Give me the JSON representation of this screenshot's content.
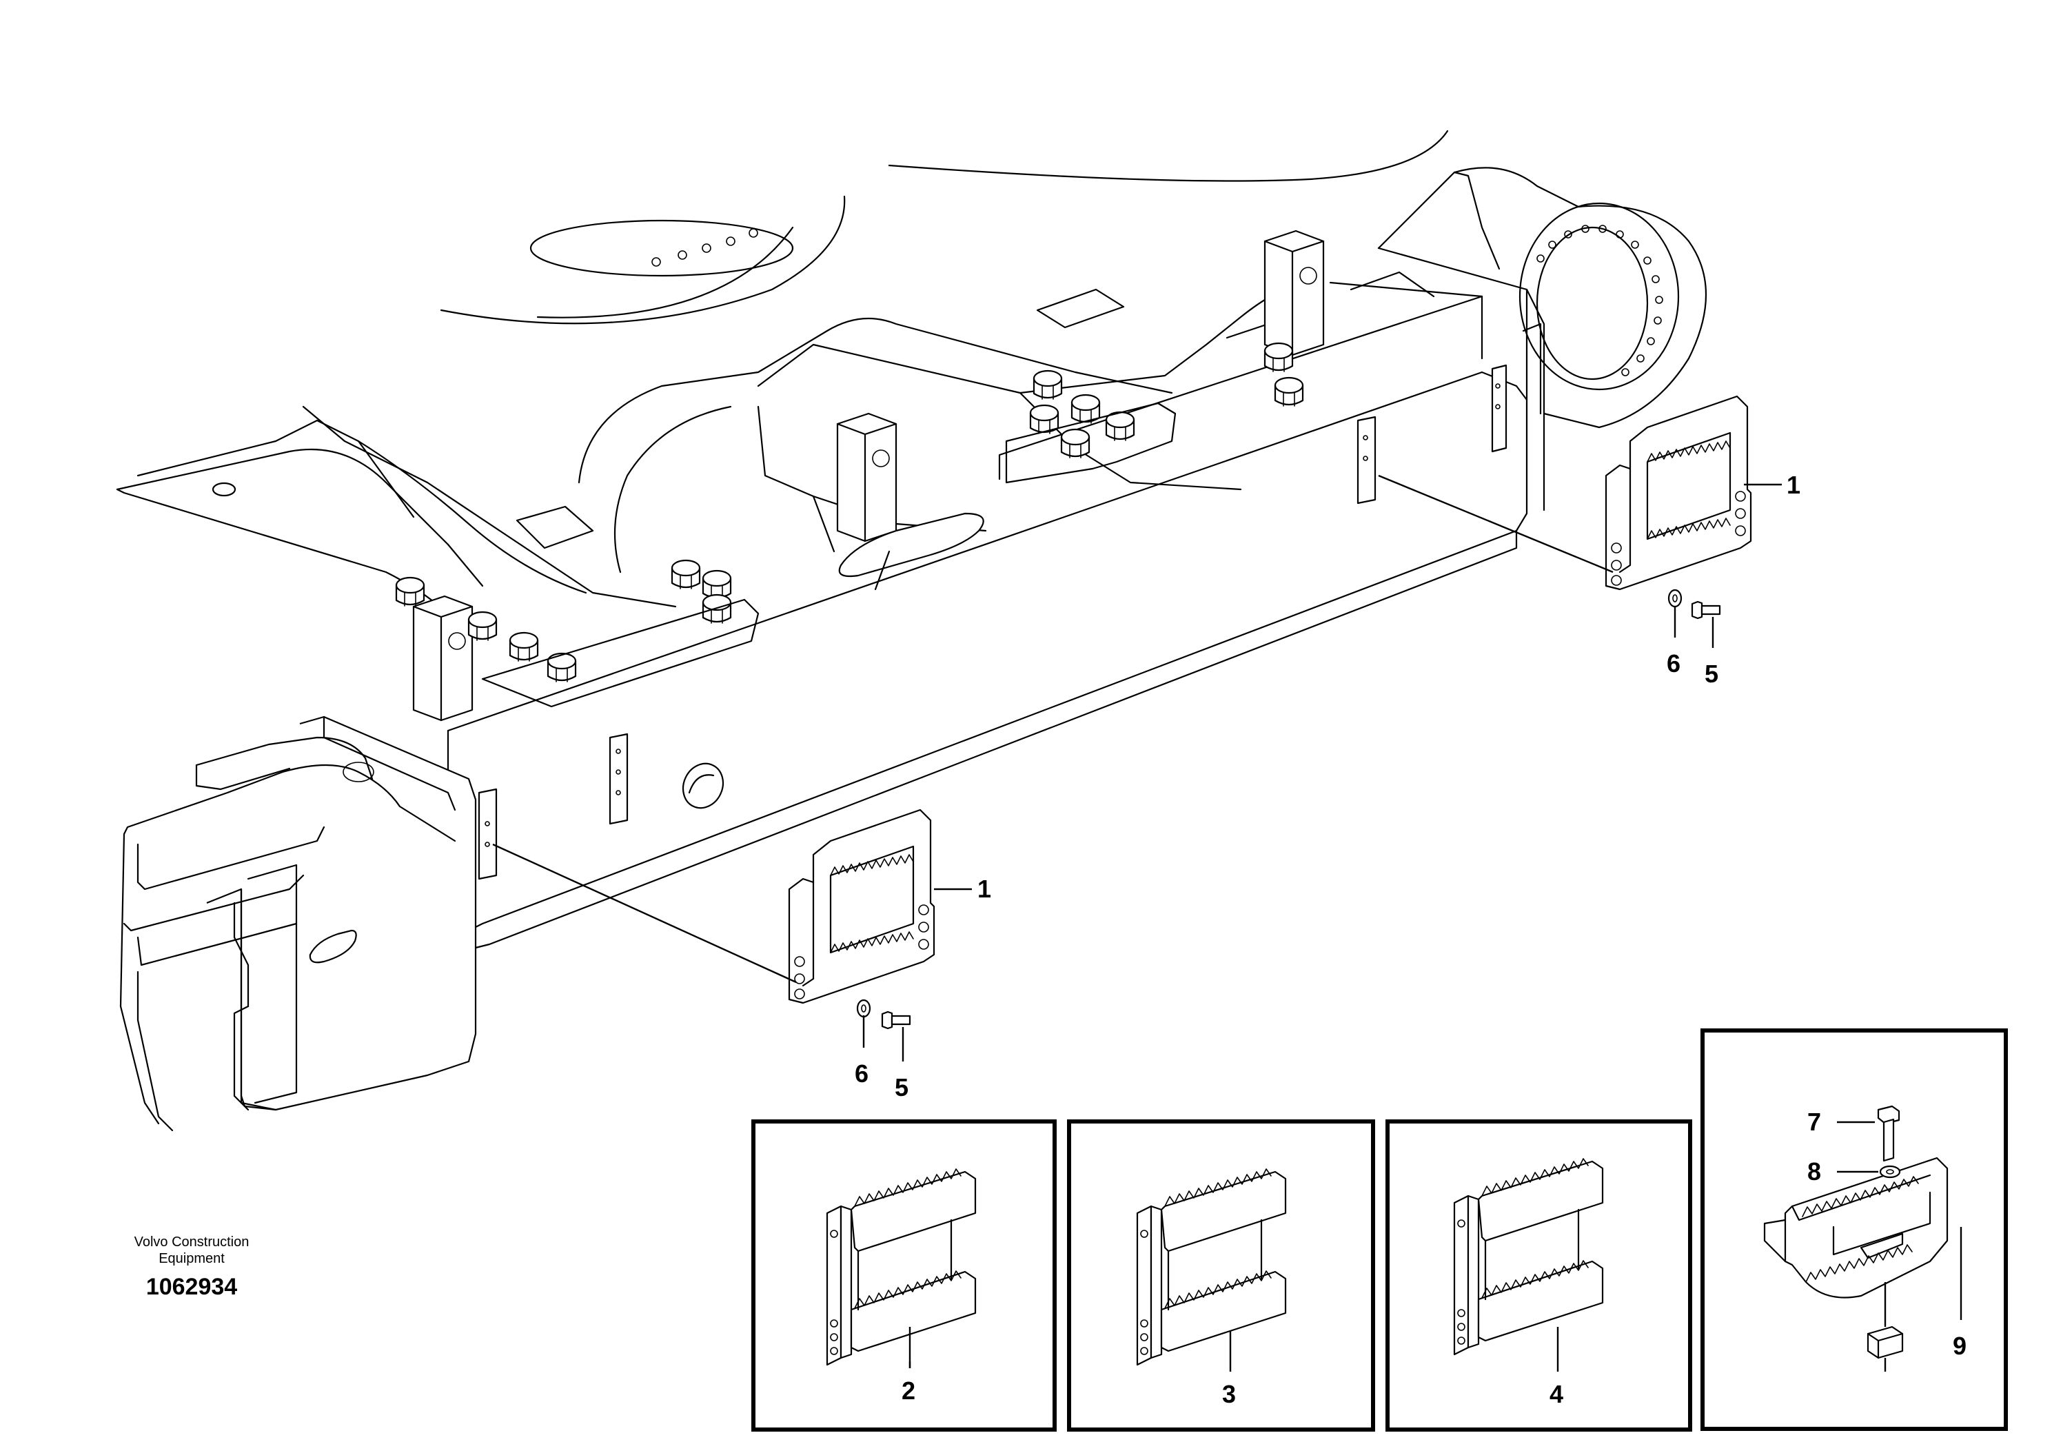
{
  "drawing": {
    "publisher_line1": "Volvo Construction",
    "publisher_line2": "Equipment",
    "drawing_number": "1062934"
  },
  "callouts": {
    "step_upper": "1",
    "step_lower": "1",
    "washer_upper": "6",
    "screw_upper": "5",
    "washer_lower": "6",
    "screw_lower": "5",
    "variant_2": "2",
    "variant_3": "3",
    "variant_4": "4",
    "screw_detail": "7",
    "washer_detail": "8",
    "step_detail": "9"
  }
}
